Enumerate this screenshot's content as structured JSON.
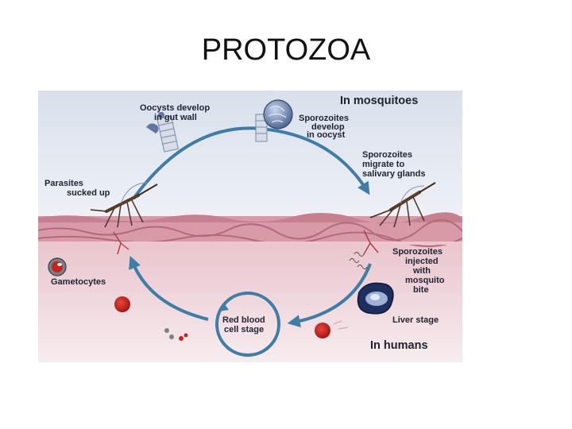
{
  "slide": {
    "title": "PROTOZOA"
  },
  "diagram": {
    "region_top": "In mosquitoes",
    "region_bottom": "In humans",
    "labels": {
      "oocysts": [
        "Oocysts develop",
        "in gut wall"
      ],
      "sporozoites_oocyst": [
        "Sporozoites",
        "develop",
        "in oocyst"
      ],
      "sporozoites_migrate": [
        "Sporozoites",
        "migrate to",
        "salivary glands"
      ],
      "parasites": [
        "Parasites",
        "sucked up"
      ],
      "gametocytes": [
        "Gametocytes"
      ],
      "sporozoites_injected": [
        "Sporozoites",
        "injected",
        "with",
        "mosquito",
        "bite"
      ],
      "liver": [
        "Liver stage"
      ],
      "rbc": [
        "Red blood",
        "cell stage"
      ]
    },
    "colors": {
      "sky": "#dfe5ef",
      "skin": "#e0a9b4",
      "tissue": "#efd6dc",
      "arrow": "#3d7da7",
      "text": "#1d2333",
      "blood_cell": "#c8221b"
    }
  }
}
